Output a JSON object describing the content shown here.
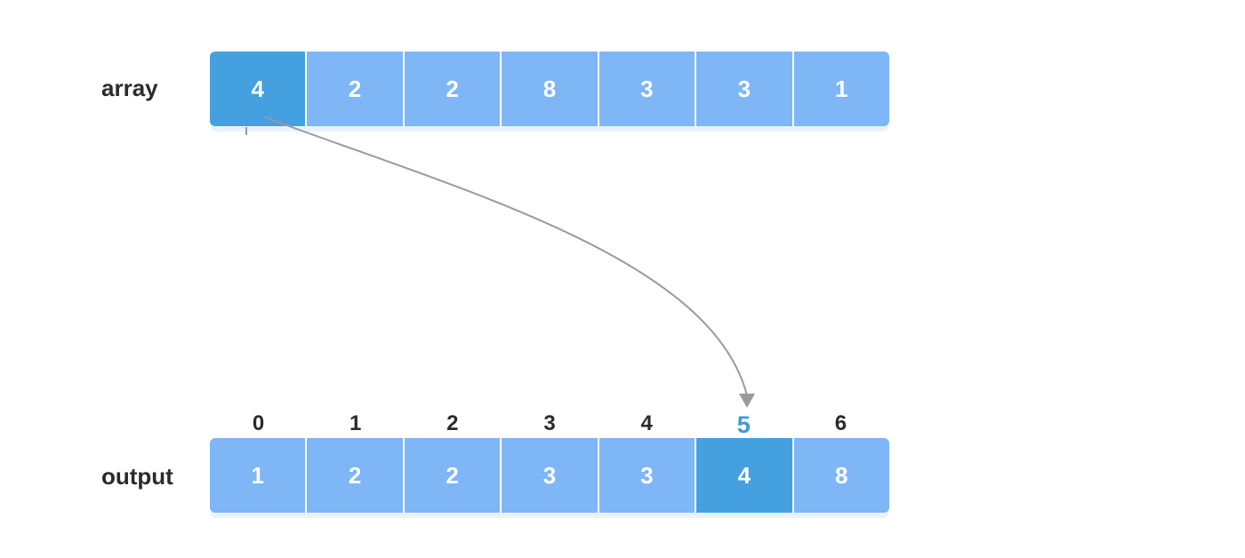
{
  "array": {
    "label": "array",
    "values": [
      "4",
      "2",
      "2",
      "8",
      "3",
      "3",
      "1"
    ],
    "highlight_index": 0
  },
  "output": {
    "label": "output",
    "indices": [
      "0",
      "1",
      "2",
      "3",
      "4",
      "5",
      "6"
    ],
    "values": [
      "1",
      "2",
      "2",
      "3",
      "3",
      "4",
      "8"
    ],
    "highlight_index": 5
  },
  "colors": {
    "cell": "#7eb6f6",
    "highlight": "#45a0e0",
    "index_highlight": "#3f9ad9",
    "arrow": "#9a9a9a"
  }
}
